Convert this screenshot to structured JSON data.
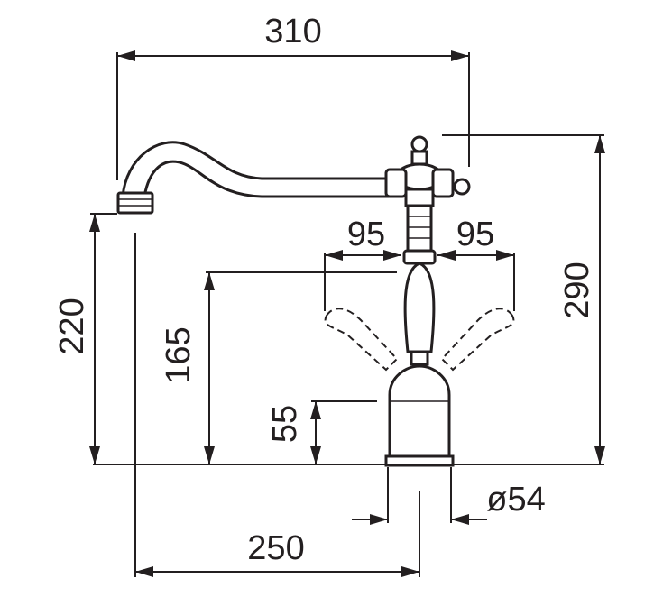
{
  "dimensions": {
    "overall_width": "310",
    "left_reach": "95",
    "right_reach": "95",
    "total_height": "290",
    "spout_height": "220",
    "lever_height": "165",
    "base_height": "55",
    "base_diameter": "ø54",
    "spout_projection": "250"
  },
  "colors": {
    "ink": "#231f20",
    "background": "#ffffff"
  }
}
